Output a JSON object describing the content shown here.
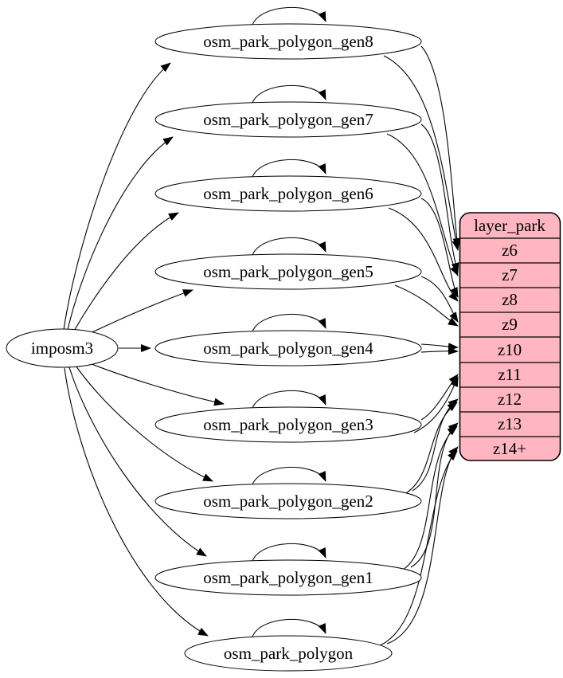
{
  "diagram_type": "etl-graph",
  "nodes": {
    "source": {
      "label": "imposm3",
      "shape": "ellipse",
      "self_loop": false
    },
    "tables": [
      {
        "label": "osm_park_polygon_gen8",
        "self_loop": true,
        "maps_to": "z6"
      },
      {
        "label": "osm_park_polygon_gen7",
        "self_loop": true,
        "maps_to": "z7"
      },
      {
        "label": "osm_park_polygon_gen6",
        "self_loop": true,
        "maps_to": "z8"
      },
      {
        "label": "osm_park_polygon_gen5",
        "self_loop": true,
        "maps_to": "z9"
      },
      {
        "label": "osm_park_polygon_gen4",
        "self_loop": true,
        "maps_to": "z10"
      },
      {
        "label": "osm_park_polygon_gen3",
        "self_loop": true,
        "maps_to": "z11"
      },
      {
        "label": "osm_park_polygon_gen2",
        "self_loop": true,
        "maps_to": "z12"
      },
      {
        "label": "osm_park_polygon_gen1",
        "self_loop": true,
        "maps_to": "z13"
      },
      {
        "label": "osm_park_polygon",
        "self_loop": true,
        "maps_to": "z14+"
      }
    ]
  },
  "layer_table": {
    "header": "layer_park",
    "rows": [
      "z6",
      "z7",
      "z8",
      "z9",
      "z10",
      "z11",
      "z12",
      "z13",
      "z14+"
    ],
    "fill_color": "#ffb6c1",
    "border_color": "#000000",
    "text_color": "#000000"
  },
  "edges": {
    "from_source_to_tables": [
      "osm_park_polygon_gen8",
      "osm_park_polygon_gen7",
      "osm_park_polygon_gen6",
      "osm_park_polygon_gen5",
      "osm_park_polygon_gen4",
      "osm_park_polygon_gen3",
      "osm_park_polygon_gen2",
      "osm_park_polygon_gen1",
      "osm_park_polygon"
    ],
    "self_loops": [
      "osm_park_polygon_gen8",
      "osm_park_polygon_gen7",
      "osm_park_polygon_gen6",
      "osm_park_polygon_gen5",
      "osm_park_polygon_gen4",
      "osm_park_polygon_gen3",
      "osm_park_polygon_gen2",
      "osm_park_polygon_gen1",
      "osm_park_polygon"
    ],
    "table_to_layer": [
      {
        "from": "osm_park_polygon_gen8",
        "to": "z6",
        "count": 2
      },
      {
        "from": "osm_park_polygon_gen7",
        "to": "z7",
        "count": 2
      },
      {
        "from": "osm_park_polygon_gen6",
        "to": "z8",
        "count": 2
      },
      {
        "from": "osm_park_polygon_gen5",
        "to": "z9",
        "count": 2
      },
      {
        "from": "osm_park_polygon_gen4",
        "to": "z10",
        "count": 2
      },
      {
        "from": "osm_park_polygon_gen3",
        "to": "z11",
        "count": 2
      },
      {
        "from": "osm_park_polygon_gen2",
        "to": "z12",
        "count": 2
      },
      {
        "from": "osm_park_polygon_gen1",
        "to": "z13",
        "count": 2
      },
      {
        "from": "osm_park_polygon",
        "to": "z14+",
        "count": 2
      }
    ]
  }
}
